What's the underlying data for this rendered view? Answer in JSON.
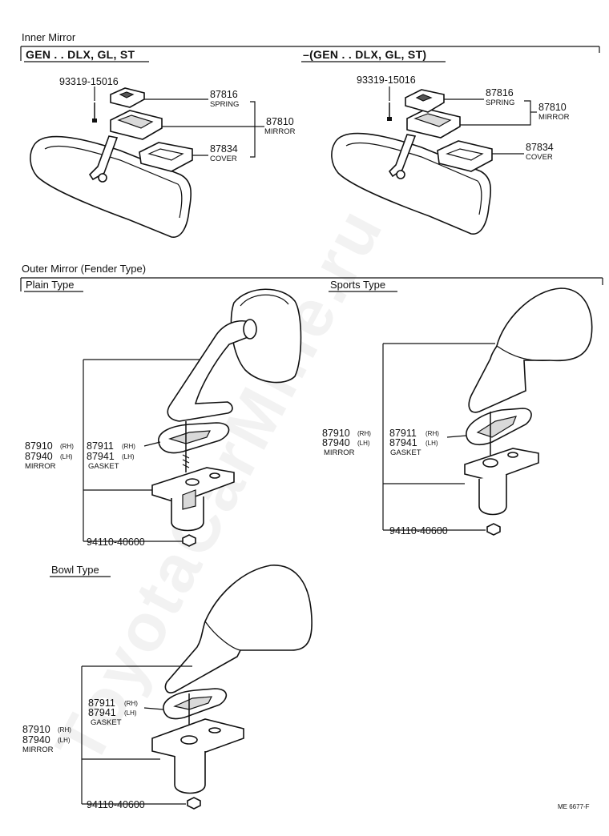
{
  "watermark": "ToyotaCarMine.ru",
  "ref_code": "ME 6677-F",
  "inner_mirror": {
    "title": "Inner Mirror",
    "left": {
      "variant": "GEN . . DLX, GL, ST",
      "screw": "93319-15016",
      "spring": {
        "pn": "87816",
        "label": "SPRING"
      },
      "mirror": {
        "pn": "87810",
        "label": "MIRROR"
      },
      "cover": {
        "pn": "87834",
        "label": "COVER"
      }
    },
    "right": {
      "variant": "–(GEN . . DLX, GL, ST)",
      "screw": "93319-15016",
      "spring": {
        "pn": "87816",
        "label": "SPRING"
      },
      "mirror": {
        "pn": "87810",
        "label": "MIRROR"
      },
      "cover": {
        "pn": "87834",
        "label": "COVER"
      }
    }
  },
  "outer_mirror": {
    "title": "Outer Mirror (Fender Type)",
    "plain": {
      "title": "Plain Type",
      "mirror_rh": "87910",
      "mirror_lh": "87940",
      "mirror_label": "MIRROR",
      "gasket_rh": "87911",
      "gasket_lh": "87941",
      "gasket_label": "GASKET",
      "rh": "(RH)",
      "lh": "(LH)",
      "nut": "94110-40600"
    },
    "sports": {
      "title": "Sports Type",
      "mirror_rh": "87910",
      "mirror_lh": "87940",
      "mirror_label": "MIRROR",
      "gasket_rh": "87911",
      "gasket_lh": "87941",
      "gasket_label": "GASKET",
      "rh": "(RH)",
      "lh": "(LH)",
      "nut": "94110-40600"
    },
    "bowl": {
      "title": "Bowl Type",
      "mirror_rh": "87910",
      "mirror_lh": "87940",
      "mirror_label": "MIRROR",
      "gasket_rh": "87911",
      "gasket_lh": "87941",
      "gasket_label": "GASKET",
      "rh": "(RH)",
      "lh": "(LH)",
      "nut": "94110-40600"
    }
  }
}
